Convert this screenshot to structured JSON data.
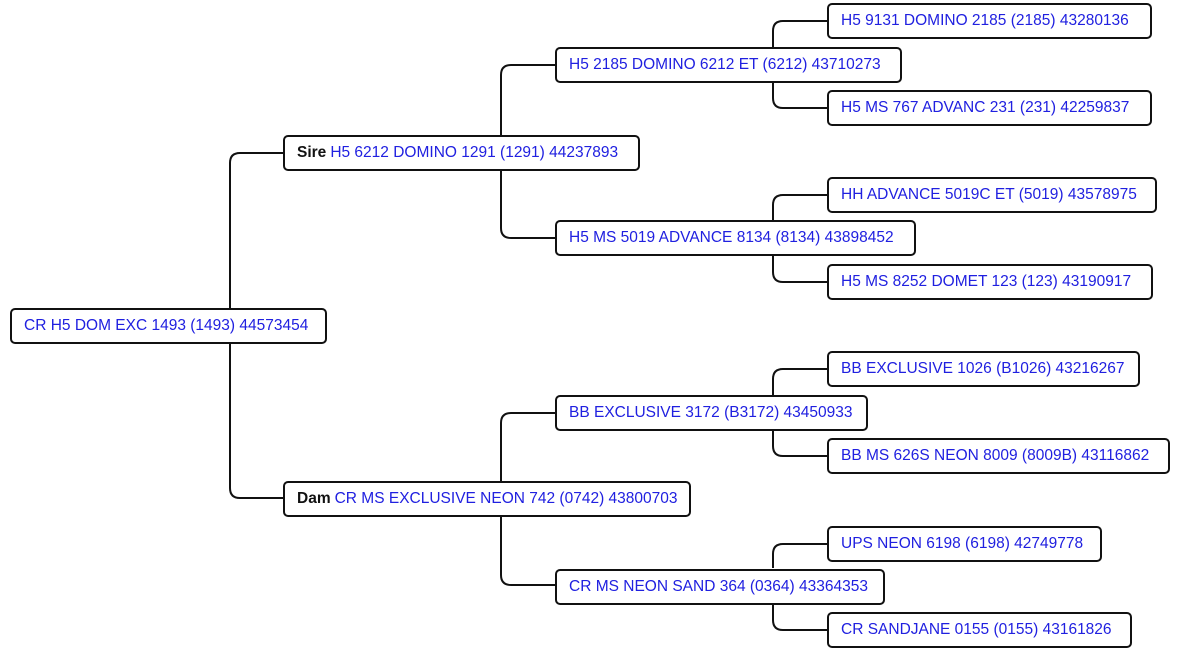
{
  "colors": {
    "name_text": "#2020e0",
    "label_text": "#111111",
    "border": "#111111",
    "background": "#ffffff"
  },
  "pedigree": {
    "subject": {
      "name": "CR H5 DOM EXC 1493 (1493) 44573454"
    },
    "sire": {
      "label": "Sire",
      "name": "H5 6212 DOMINO 1291 (1291) 44237893",
      "sire": {
        "name": "H5 2185 DOMINO 6212 ET (6212) 43710273",
        "sire": {
          "name": "H5 9131 DOMINO 2185 (2185) 43280136"
        },
        "dam": {
          "name": "H5 MS 767 ADVANC 231 (231) 42259837"
        }
      },
      "dam": {
        "name": "H5 MS 5019 ADVANCE 8134 (8134) 43898452",
        "sire": {
          "name": "HH ADVANCE 5019C ET (5019) 43578975"
        },
        "dam": {
          "name": "H5 MS 8252 DOMET 123 (123) 43190917"
        }
      }
    },
    "dam": {
      "label": "Dam",
      "name": "CR MS EXCLUSIVE NEON 742 (0742) 43800703",
      "sire": {
        "name": "BB EXCLUSIVE 3172 (B3172) 43450933",
        "sire": {
          "name": "BB EXCLUSIVE 1026 (B1026) 43216267"
        },
        "dam": {
          "name": "BB MS 626S NEON 8009 (8009B) 43116862"
        }
      },
      "dam": {
        "name": "CR MS NEON SAND 364 (0364) 43364353",
        "sire": {
          "name": "UPS NEON 6198 (6198) 42749778"
        },
        "dam": {
          "name": "CR SANDJANE 0155 (0155) 43161826"
        }
      }
    }
  }
}
